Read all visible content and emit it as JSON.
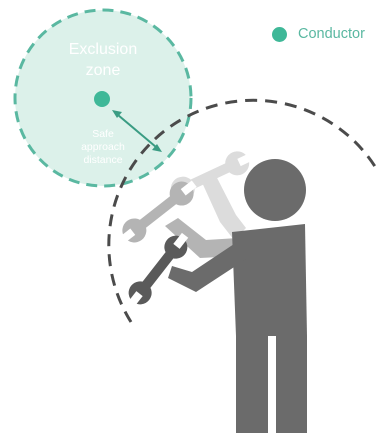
{
  "colors": {
    "zone_fill": "#dcf1ea",
    "zone_stroke": "#5ab8a1",
    "conductor": "#3fb898",
    "arrow": "#3a9c83",
    "reach_arc": "#4b4b4b",
    "person": "#6b6b6b",
    "spanner_light": "#dcdcdc",
    "spanner_mid": "#b4b4b4",
    "spanner_dark": "#5a5a5a"
  },
  "icons": [
    "conductor-icon",
    "person-icon",
    "spanner-icon"
  ],
  "exclusion_zone": {
    "title_line1": "Exclusion",
    "title_line2": "zone"
  },
  "safe_approach_distance": {
    "line1": "Safe",
    "line2": "approach",
    "line3": "distance"
  },
  "legend": {
    "conductor_label": "Conductor"
  }
}
